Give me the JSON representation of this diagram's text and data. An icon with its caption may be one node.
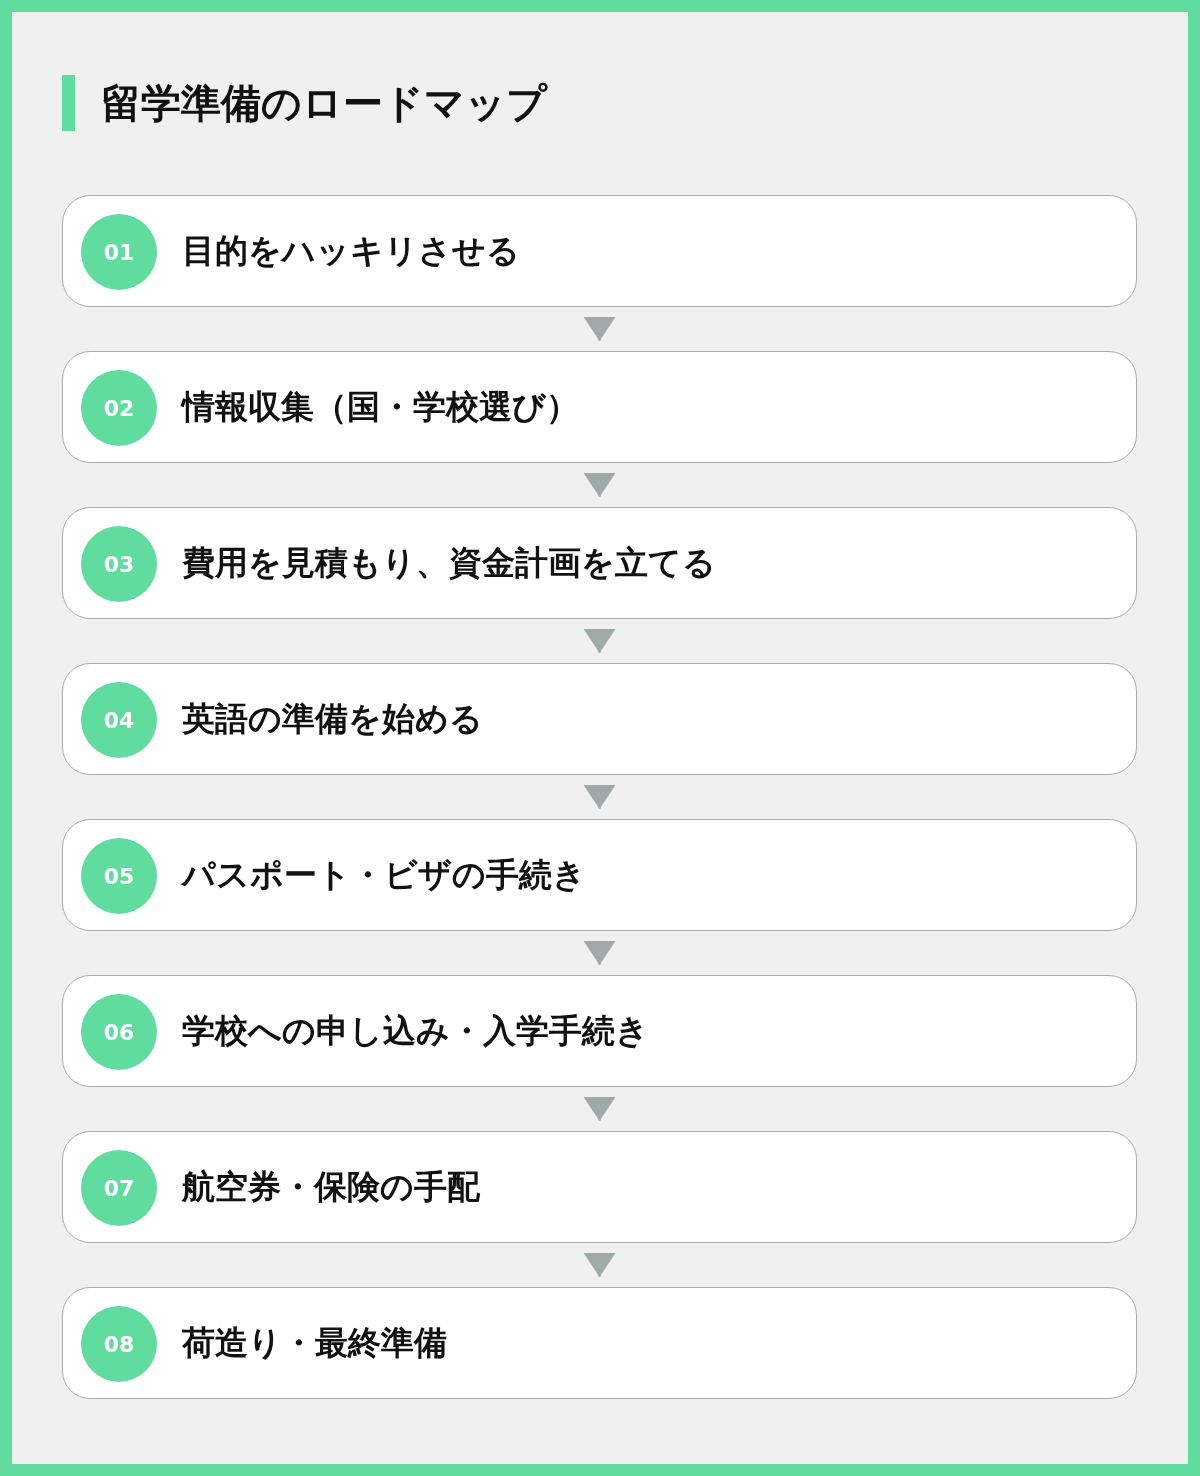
{
  "diagram": {
    "title": "留学準備のロードマップ",
    "nodes": [
      {
        "text": [
          "目的をハッキリさせる"
        ]
      },
      {
        "text": [
          "01"
        ],
        "in": 0
      },
      {
        "text": [
          "情報収集（国・学校選び）"
        ]
      },
      {
        "text": [
          "02"
        ],
        "in": 2
      },
      {
        "text": [
          "費用を見積もり、資金計画を立てる"
        ]
      },
      {
        "text": [
          "03"
        ],
        "in": 4
      },
      {
        "text": [
          "英語の準備を始める"
        ]
      },
      {
        "text": [
          "04"
        ],
        "in": 6
      },
      {
        "text": [
          "パスポート・ビザの手続き"
        ]
      },
      {
        "text": [
          "05"
        ],
        "in": 8
      },
      {
        "text": [
          "学校への申し込み・入学手続き"
        ]
      },
      {
        "text": [
          "06"
        ],
        "in": 10
      },
      {
        "text": [
          "航空券・保険の手配"
        ]
      },
      {
        "text": [
          "07"
        ],
        "in": 12
      },
      {
        "text": [
          "荷造り・最終準備"
        ]
      },
      {
        "text": [
          "08"
        ],
        "in": 14
      }
    ],
    "edges": [
      {
        "from": 0,
        "to": 2,
        "arrow": "to"
      },
      {
        "from": 2,
        "to": 4,
        "arrow": "to"
      },
      {
        "from": 4,
        "to": 6,
        "arrow": "to"
      },
      {
        "from": 6,
        "to": 8,
        "arrow": "to"
      },
      {
        "from": 8,
        "to": 10,
        "arrow": "to"
      },
      {
        "from": 10,
        "to": 12,
        "arrow": "to"
      },
      {
        "from": 12,
        "to": 14,
        "arrow": "to"
      }
    ]
  }
}
